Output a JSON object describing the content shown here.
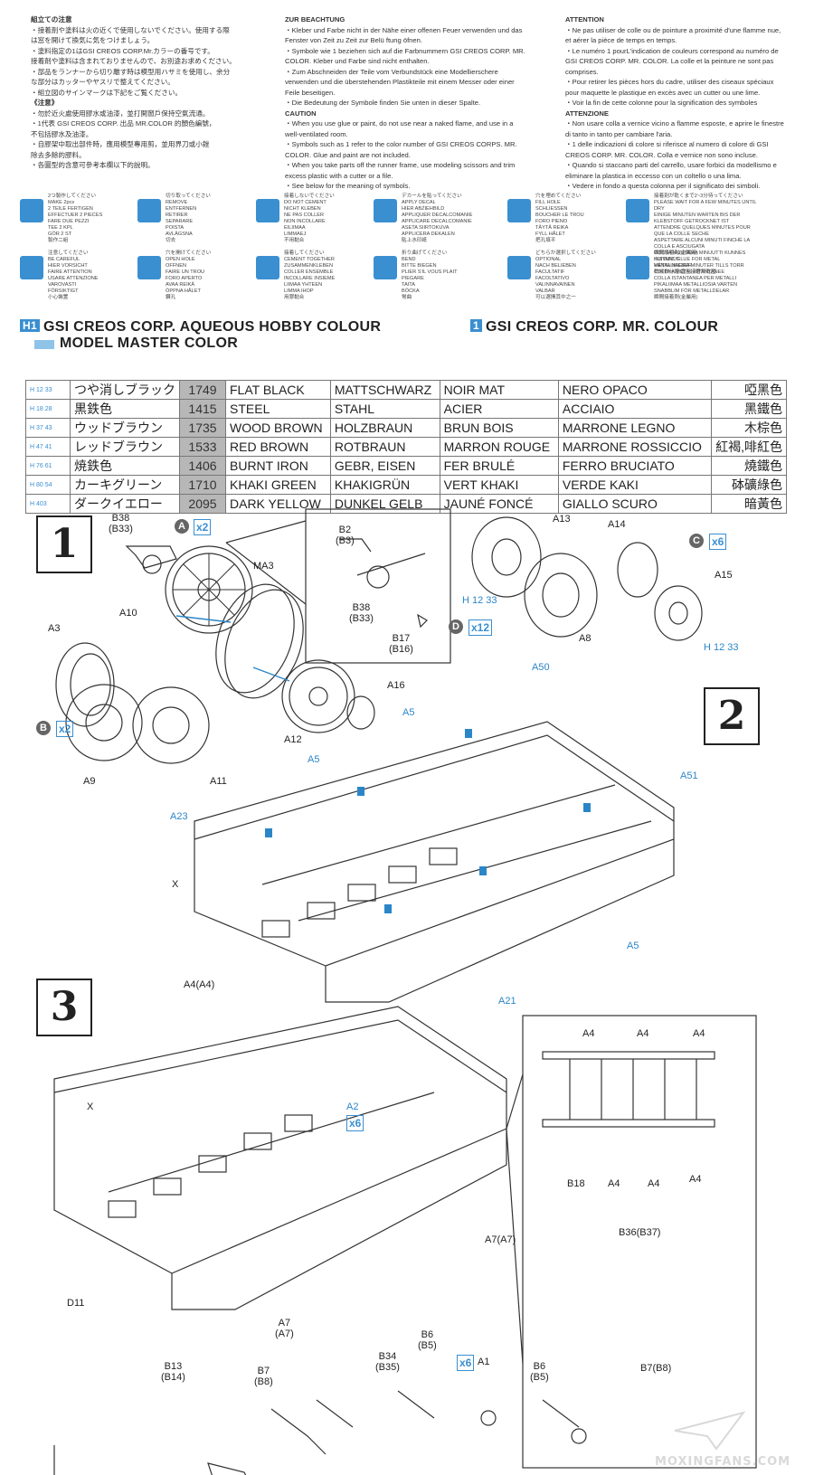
{
  "notes": {
    "jp": [
      "組立ての注意",
      "・接着剤や塗料は火の近くで使用しないでください。使用する際",
      "は窓を開けて換気に気をつけましょう。",
      "・塗料指定の1はGSI CREOS CORP.Mr.カラーの番号です。",
      "接着剤や塗料は含まれておりませんので、お別途お求めください。",
      "・部品をランナーから切り離す時は模型用ハサミを使用し、余分",
      "な部分はカッターやヤスリで整えてください。",
      "・組立図のサインマークは下記をご覧ください。",
      "《注意》",
      "・勿於近火處使用膠水或油漆，並打開窗戶保持空氣流通。",
      "・1代表 GSI CREOS CORP. 出品 MR.COLOR 的顏色編號，",
      "不包括膠水及油漆。",
      "・自膠架中取出部件時，應用模型專用剪，並用界刀或小銼",
      "除去多餘的膠料。",
      "・各圖型的含意可參考本欄以下的說明。"
    ],
    "de": [
      "ZUR BEACHTUNG",
      "・Kleber und Farbe nicht in der Nähe einer offenen Feuer verwenden und das Fenster von Zeit zu Zeit zur Belü ftung öfnen.",
      "・Symbole wie 1 beziehen sich auf die Farbnummern GSI CREOS CORP. MR. COLOR. Kleber und Farbe sind nicht enthalten.",
      "・Zum Abschneiden der Teile vom Verbundstück eine Modellierschere verwenden und die überstehenden Plastikteile mit einem Messer oder einer Feile beseitigen.",
      "・Die Bedeutung der Symbole finden Sie unten in dieser Spalte.",
      "CAUTION",
      "・When you use glue or paint, do not use near a naked flame, and use in a well-ventilated room.",
      "・Symbols such as 1 refer to the color number of GSI CREOS CORPS. MR. COLOR. Glue and paint are not included.",
      "・When you take parts off the runner frame, use modeling scissors and trim excess plastic with a cutter or a file.",
      "・See below for the meaning of symbols."
    ],
    "fr": [
      "ATTENTION",
      "・Ne pas utiliser de colle ou de pointure a proximité d'une flamme nue, et aérer la pièce de temps en temps.",
      "・Le numéro 1 pourL'indication de couleurs correspond au numéro de GSI CREOS CORP. MR. COLOR. La colle et la peinture ne sont pas comprises.",
      "・Pour retirer les pièces hors du cadre, utiliser des ciseaux spéciaux pour maquette le plastique en excès avec un cutter ou une lime.",
      "・Voir la fin de cette colonne pour la signification des symboles",
      "ATTENZIONE",
      "・Non usare colla a vernice vicino a flamme esposte, e aprire le finestre di tanto in tanto per cambiare l'aria.",
      "・1 delle indicazioni di colore si riferisce al numero di colore di GSI CREOS CORP. MR. COLOR. Colla e vernice non sono incluse.",
      "・Quando si staccano parti del carrello, usare forbici da modellismo e eliminare la plastica in eccesso con un coltello o una lima.",
      "・Vedere in fondo a questa colonna per il significato dei simboli."
    ]
  },
  "symbols": [
    {
      "id": "make-2pcs",
      "icon": "x2-icon",
      "lines": [
        "2つ製作してください",
        "MAKE 2pcs",
        "2 TEILE FERTIGEN",
        "EFFECTUER 2 PIECES",
        "FARE DUE PEZZI",
        "TEE 2 KPL",
        "GÖR 2 ST",
        "製作二組"
      ]
    },
    {
      "id": "remove",
      "icon": "cut-icon",
      "lines": [
        "切り取ってください",
        "REMOVE",
        "ENTFERNEN",
        "RETIRER",
        "SEPARARE",
        "POISTA",
        "AVLÄGSNA",
        "切去"
      ]
    },
    {
      "id": "do-not-cement",
      "icon": "no-glue-icon",
      "lines": [
        "接着しないでください",
        "DO NOT CEMENT",
        "NICHT KLEBEN",
        "NE PAS COLLER",
        "NON INCOLLARE",
        "EILIIMAA",
        "LIMMAEJ",
        "不用黏合"
      ]
    },
    {
      "id": "apply-decal",
      "icon": "star-decal-icon",
      "lines": [
        "デカールを貼ってください",
        "APPLY DECAL",
        "HIER ABZIEHBILD",
        "APPLIQUER DECALCOMANIE",
        "APPLICARE DECALCOMANIE",
        "ASETA SIIRTOKUVA",
        "APPLICERA DEKALEN",
        "貼上水印紙"
      ]
    },
    {
      "id": "fill-hole",
      "icon": "fill-hole-icon",
      "lines": [
        "穴を埋めてください",
        "FILL HOLE",
        "SCHLIESSEN",
        "BOUCHER LE TROU",
        "FORO PIENO",
        "TÄYTÄ REIKA",
        "FYLL HÅLET",
        "把孔填平"
      ]
    },
    {
      "id": "instant-glue",
      "icon": "timer-icon",
      "lines": [
        "接着剤が乾くまで2~3分待ってください",
        "PLEASE WAIT FOR A FEW MINUTES UNTIL DRY",
        "EINIGE MINUTEN WARTEN BIS DER KLEBSTOFF GETROCKNET IST",
        "ATTENDRE QUELQUES MINUTES POUR QUE LA COLLE SECHE",
        "ASPETTARE ALCUNI MINUTI FINCHÉ LA COLLA E ASCIUGATA",
        "ODOTA MUUTAMA MINUUTTI KUNNES KUIVUNUT",
        "VÄNTA NAGRA MINUTER TILLS TORR",
        "稍候數分鐘 直至接著劑乾固"
      ]
    },
    {
      "id": "be-careful",
      "icon": "drop-icon",
      "lines": [
        "注意してください",
        "BE CAREFUL",
        "HIER VORSICHT",
        "FAIRE ATTENTION",
        "USARE ATTENZIONE",
        "VAROVASTI",
        "FÖRSIKTIGT",
        "小心裝置"
      ]
    },
    {
      "id": "open-hole",
      "icon": "drill-icon",
      "lines": [
        "穴を開けてください",
        "OPEN HOLE",
        "OFFNEN",
        "FAIRE UN TROU",
        "FORO APERTO",
        "AVAA REIKÄ",
        "ÖPPNA HÅLET",
        "鑽孔"
      ]
    },
    {
      "id": "cement-together",
      "icon": "glue-icon",
      "lines": [
        "接着してください",
        "CEMENT TOGETHER",
        "ZUSAMMENKLEBEN",
        "COLLER ENSEMBLE",
        "INCOLLARE INSIEME",
        "LIIMAA YHTEEN",
        "LIMMA IHOP",
        "用膠黏合"
      ]
    },
    {
      "id": "bend",
      "icon": "bend-icon",
      "lines": [
        "折り曲げてください",
        "BEND",
        "BITTE BIEGEN",
        "PLIER S'IL VOUS PLAIT",
        "PIEGARE",
        "TAITA",
        "BÖCKA",
        "彎曲"
      ]
    },
    {
      "id": "optional",
      "icon": "choice-icon",
      "lines": [
        "どちらか選択してください",
        "OPTIONAL",
        "NACH BELIEBEN",
        "FACULTATIF",
        "FACOLTATIVO",
        "VALINNAVAINEN",
        "VALBAR",
        "可以選擇其中之一"
      ]
    },
    {
      "id": "metal-glue",
      "icon": "metal-glue-icon",
      "lines": [
        "瞬間接着剤(金属用)",
        "INSTANT GLUE FOR METAL",
        "METALLKIEBER",
        "COLLA A METAL ISTANTANEE",
        "COLLA ISTANTANEA PER METALLI",
        "PIKALIIMAA METALLIOSIA VARTEN",
        "SNABBLIM FÖR METALLDELAR",
        "瞬間接着劑(金屬用)"
      ]
    }
  ],
  "paint_header": {
    "h_label": "H",
    "h_num": "1",
    "h_title": "GSI CREOS CORP. AQUEOUS HOBBY COLOUR",
    "m_num": "1",
    "m_title": "GSI CREOS CORP. MR. COLOUR",
    "model_master": "MODEL MASTER COLOR"
  },
  "paint_rows": [
    {
      "h": "H 12 33",
      "jp": "つや消しブラック",
      "code": "1749",
      "en": "FLAT BLACK",
      "de": "MATTSCHWARZ",
      "fr": "NOIR MAT",
      "it": "NERO OPACO",
      "zh": "啞黑色"
    },
    {
      "h": "H 18 28",
      "jp": "黒鉄色",
      "code": "1415",
      "en": "STEEL",
      "de": "STAHL",
      "fr": "ACIER",
      "it": "ACCIAIO",
      "zh": "黑鐵色"
    },
    {
      "h": "H 37 43",
      "jp": "ウッドブラウン",
      "code": "1735",
      "en": "WOOD BROWN",
      "de": "HOLZBRAUN",
      "fr": "BRUN BOIS",
      "it": "MARRONE LEGNO",
      "zh": "木棕色"
    },
    {
      "h": "H 47 41",
      "jp": "レッドブラウン",
      "code": "1533",
      "en": "RED BROWN",
      "de": "ROTBRAUN",
      "fr": "MARRON ROUGE",
      "it": "MARRONE ROSSICCIO",
      "zh": "紅褐,啡紅色"
    },
    {
      "h": "H 76 61",
      "jp": "焼鉄色",
      "code": "1406",
      "en": "BURNT IRON",
      "de": "GEBR, EISEN",
      "fr": "FER BRULÉ",
      "it": "FERRO BRUCIATO",
      "zh": "燒鐵色"
    },
    {
      "h": "H 80 54",
      "jp": "カーキグリーン",
      "code": "1710",
      "en": "KHAKI GREEN",
      "de": "KHAKIGRÜN",
      "fr": "VERT KHAKI",
      "it": "VERDE KAKI",
      "zh": "砵礦綠色"
    },
    {
      "h": "H 403",
      "jp": "ダークイエロー",
      "code": "2095",
      "en": "DARK YELLOW",
      "de": "DUNKEL GELB",
      "fr": "JAUNÉ FONCÉ",
      "it": "GIALLO SCURO",
      "zh": "暗黃色"
    }
  ],
  "steps": {
    "s1": "1",
    "s2": "2",
    "s3": "3"
  },
  "labels": {
    "b38": "B38\n(B33)",
    "a_x2": "x2",
    "a": "A",
    "b2": "B2\n(B3)",
    "b38b": "B38\n(B33)",
    "b17": "B17\n(B16)",
    "a13": "A13",
    "a8": "A8",
    "d": "D",
    "d_x12": "x12",
    "a14": "A14",
    "c": "C",
    "c_x6": "x6",
    "a15": "A15",
    "h1233a": "H 12 33",
    "h1233b": "H 12 33",
    "a10": "A10",
    "ma3": "MA3",
    "a3": "A3",
    "b": "B",
    "b_x2": "x2",
    "a16": "A16",
    "a12": "A12",
    "a9": "A9",
    "a11": "A11",
    "a50": "A50",
    "a5a": "A5",
    "a5b": "A5",
    "a51": "A51",
    "a23": "A23",
    "xa": "X",
    "a5c": "A5",
    "a21": "A21",
    "a4a4": "A4(A4)",
    "xb": "X",
    "a2": "A2",
    "a2_x6": "x6",
    "a4_1": "A4",
    "a4_2": "A4",
    "a4_3": "A4",
    "b18": "B18",
    "a4_4": "A4",
    "a4_5": "A4",
    "a4_6": "A4",
    "a7a7": "A7(A7)",
    "b36": "B36(B37)",
    "d11": "D11",
    "a7": "A7\n(A7)",
    "b6b5a": "B6\n(B5)",
    "b34": "B34\n(B35)",
    "b13": "B13\n(B14)",
    "b7": "B7\n(B8)",
    "x6a1": "x6",
    "a1": "A1",
    "b6b5b": "B6\n(B5)",
    "b7b8": "B7(B8)"
  },
  "watermark": "MOXINGFANS.COM",
  "colors": {
    "accent": "#3a8fd1",
    "table_code_bg": "#b7b7b7",
    "line": "#222222"
  }
}
